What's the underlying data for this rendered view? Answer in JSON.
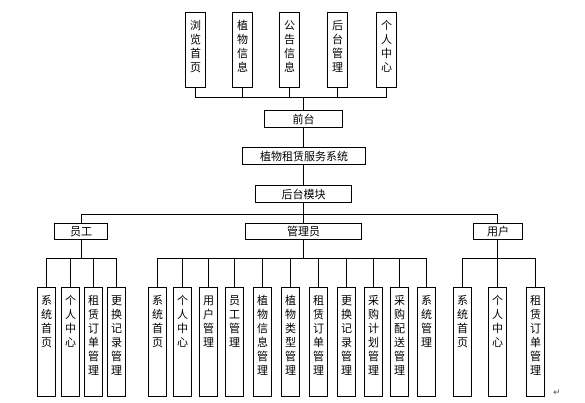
{
  "diagram": {
    "front": {
      "label": "前台",
      "children": [
        "浏览首页",
        "植物信息",
        "公告信息",
        "后台管理",
        "个人中心"
      ]
    },
    "system": {
      "label": "植物租赁服务系统"
    },
    "backend": {
      "label": "后台模块",
      "roles": [
        {
          "label": "员工",
          "children": [
            "系统首页",
            "个人中心",
            "租赁订单管理",
            "更换记录管理"
          ]
        },
        {
          "label": "管理员",
          "children": [
            "系统首页",
            "个人中心",
            "用户管理",
            "员工管理",
            "植物信息管理",
            "植物类型管理",
            "租赁订单管理",
            "更换记录管理",
            "采购计划管理",
            "采购配送管理",
            "系统管理"
          ]
        },
        {
          "label": "用户",
          "children": [
            "系统首页",
            "个人中心",
            "租赁订单管理"
          ]
        }
      ]
    },
    "end_mark": "↵"
  }
}
